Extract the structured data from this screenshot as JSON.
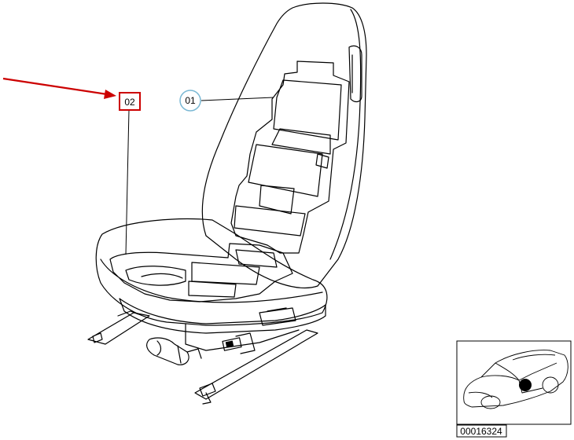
{
  "callouts": [
    {
      "label": "01",
      "style": "circle",
      "color": "#7ab8d4"
    },
    {
      "label": "02",
      "style": "box",
      "color": "#cc0000"
    }
  ],
  "pointer_arrow_color": "#cc0000",
  "inset": {
    "id_label": "00016324",
    "marker_color": "#000000"
  }
}
